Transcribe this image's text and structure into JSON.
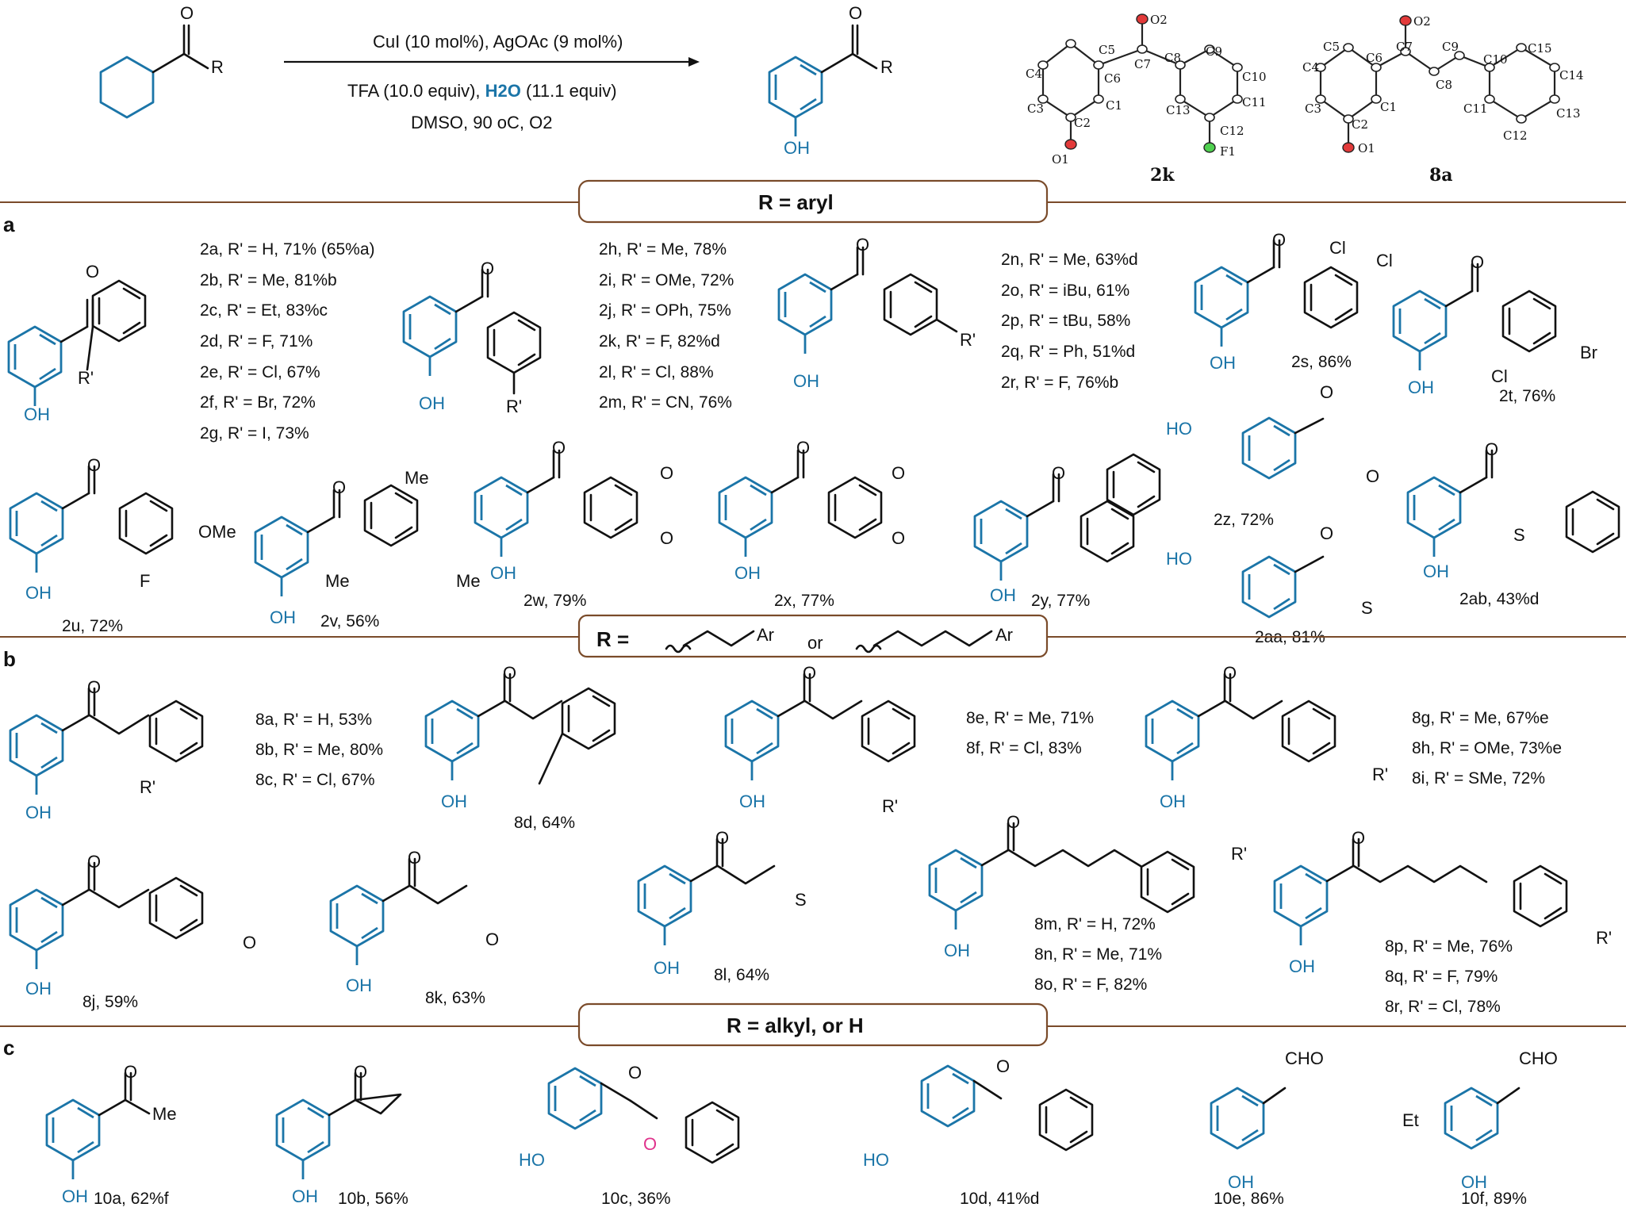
{
  "scheme": {
    "reagents_line1": "CuI (10 mol%), AgOAc (9 mol%)",
    "reagents_line2a": "TFA (10.0 equiv), ",
    "reagents_line2b": "H2O",
    "reagents_line2c": " (11.1 equiv)",
    "reagents_line3": "DMSO, 90 oC, O2",
    "substituent_R": "R",
    "product_OH": "OH",
    "xray_labels": [
      "2k",
      "8a"
    ]
  },
  "sections": {
    "a": {
      "letter": "a",
      "banner": "R = aryl"
    },
    "b": {
      "letter": "b",
      "banner_prefix": "R =",
      "banner_or": "or",
      "banner_ar": "Ar"
    },
    "c": {
      "letter": "c",
      "banner": "R = alkyl, or H"
    }
  },
  "compounds": {
    "group_2a_2g": [
      "2a, R' = H, 71% (65%a)",
      "2b, R' = Me, 81%b",
      "2c, R' = Et, 83%c",
      "2d, R' = F, 71%",
      "2e, R' = Cl, 67%",
      "2f, R' = Br, 72%",
      "2g, R' = I, 73%"
    ],
    "group_2h_2m": [
      "2h, R' = Me, 78%",
      "2i, R' = OMe, 72%",
      "2j, R' = OPh, 75%",
      "2k, R' = F, 82%d",
      "2l, R' = Cl, 88%",
      "2m, R' = CN, 76%"
    ],
    "group_2n_2r": [
      "2n, R' = Me, 63%d",
      "2o, R' = iBu, 61%",
      "2p, R' = tBu, 58%",
      "2q, R' = Ph, 51%d",
      "2r, R' = F, 76%b"
    ],
    "singles_a": [
      "2s, 86%",
      "2t, 76%",
      "2u, 72%",
      "2v, 56%",
      "2w, 79%",
      "2x, 77%",
      "2y, 77%",
      "2z, 72%",
      "2aa, 81%",
      "2ab, 43%d"
    ],
    "group_8a_8c": [
      "8a, R' = H, 53%",
      "8b, R' = Me, 80%",
      "8c, R' = Cl, 67%"
    ],
    "group_8e_8f": [
      "8e, R' = Me, 71%",
      "8f, R' = Cl, 83%"
    ],
    "group_8g_8i": [
      "8g, R' = Me, 67%e",
      "8h, R' = OMe, 73%e",
      "8i, R' = SMe, 72%"
    ],
    "group_8m_8o": [
      "8m, R' = H, 72%",
      "8n, R' = Me, 71%",
      "8o, R' = F, 82%"
    ],
    "group_8p_8r": [
      "8p, R' = Me, 76%",
      "8q, R' = F, 79%",
      "8r, R' = Cl, 78%"
    ],
    "singles_b": [
      "8d, 64%",
      "8j, 59%",
      "8k, 63%",
      "8l, 64%"
    ],
    "singles_c": [
      "10a, 62%f",
      "10b, 56%",
      "10c, 36%",
      "10d, 41%d",
      "10e, 86%",
      "10f, 89%"
    ]
  },
  "atom_labels": {
    "OH": "OH",
    "HO": "HO",
    "O": "O",
    "R'": "R'",
    "Cl": "Cl",
    "Br": "Br",
    "F": "F",
    "OMe": "OMe",
    "Me": "Me",
    "Ar": "Ar",
    "S": "S",
    "CHO": "CHO",
    "Et": "Et"
  },
  "colors": {
    "blue": "#1b75a8",
    "brown": "#7a4b2a",
    "magenta": "#e0338c"
  }
}
